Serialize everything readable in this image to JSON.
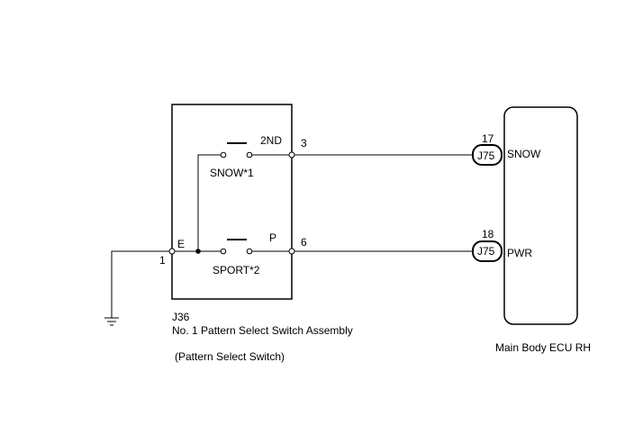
{
  "switch_assembly": {
    "code": "J36",
    "name": "No. 1 Pattern Select Switch Assembly",
    "note": "(Pattern Select Switch)",
    "pins": {
      "e": {
        "number": "1",
        "label": "E"
      },
      "snow_out": {
        "number": "3",
        "label": "2ND"
      },
      "pwr_out": {
        "number": "6",
        "label": "P"
      }
    },
    "switches": {
      "snow": "SNOW*1",
      "sport": "SPORT*2"
    }
  },
  "ecu": {
    "name": "Main Body ECU RH",
    "terminals": [
      {
        "pin": "17",
        "connector": "J75",
        "signal": "SNOW"
      },
      {
        "pin": "18",
        "connector": "J75",
        "signal": "PWR"
      }
    ]
  }
}
